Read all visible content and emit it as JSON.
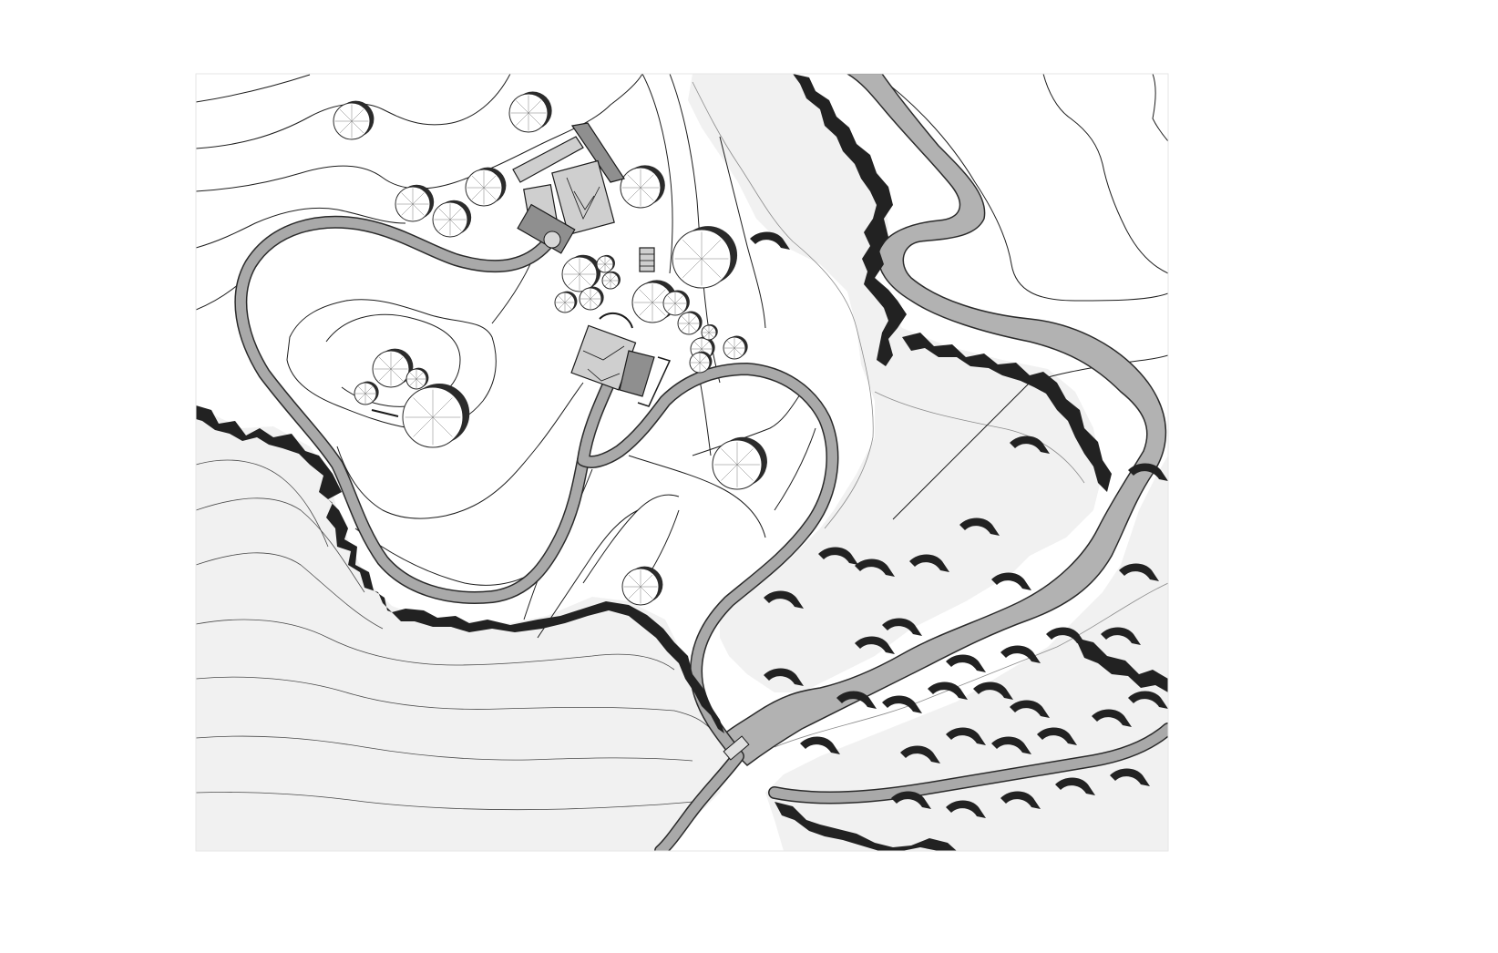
{
  "map": {
    "type": "site-plan",
    "style": "grayscale architectural site plan",
    "features": [
      "contour-lines",
      "winding-driveway",
      "river",
      "forest-canopy",
      "treeline",
      "individual-trees",
      "main-house",
      "guest-house",
      "bridge"
    ],
    "colors": {
      "background": "#ffffff",
      "contour": "#1e1e1e",
      "road": "#a9a9a9",
      "river": "#b2b2b2",
      "forest": "#f1f1f1",
      "tree_shadow": "#2b2b2b",
      "building": "#cfcfcf"
    }
  }
}
